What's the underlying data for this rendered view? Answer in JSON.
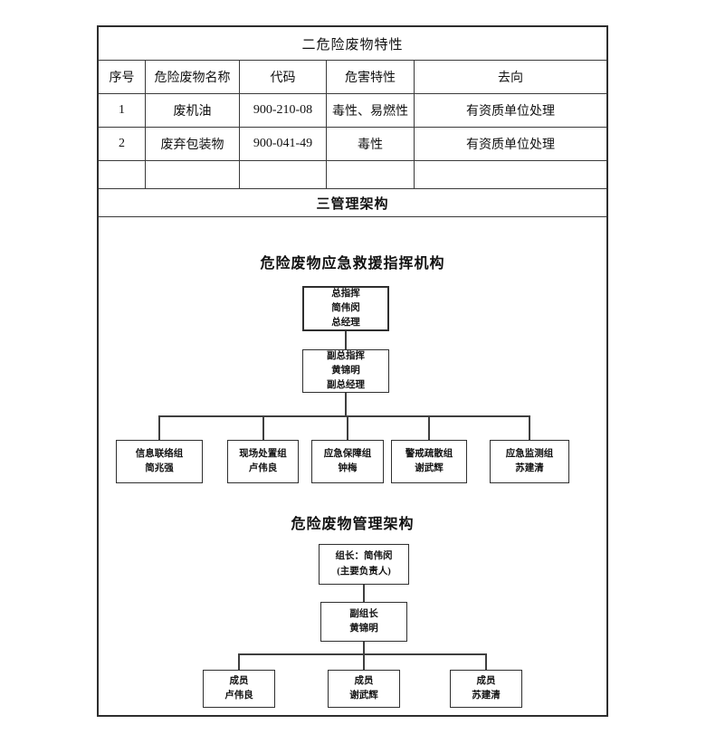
{
  "colors": {
    "border": "#2e2e2e",
    "line": "#3f3f3f",
    "text": "#111111",
    "background": "#ffffff"
  },
  "waste_table": {
    "title": "二危险废物特性",
    "columns": [
      "序号",
      "危险废物名称",
      "代码",
      "危害特性",
      "去向"
    ],
    "rows": [
      [
        "1",
        "废机油",
        "900-210-08",
        "毒性、易燃性",
        "有资质单位处理"
      ],
      [
        "2",
        "废弃包装物",
        "900-041-49",
        "毒性",
        "有资质单位处理"
      ],
      [
        "",
        "",
        "",
        "",
        ""
      ]
    ]
  },
  "section_title": "三管理架构",
  "emergency_chart": {
    "title": "危险废物应急救援指挥机构",
    "commander": {
      "lines": [
        "总指挥",
        "简伟闵",
        "总经理"
      ]
    },
    "deputy": {
      "lines": [
        "副总指挥",
        "黄锦明",
        "副总经理"
      ]
    },
    "groups": [
      {
        "lines": [
          "信息联络组",
          "简兆强"
        ]
      },
      {
        "lines": [
          "现场处置组",
          "卢伟良"
        ]
      },
      {
        "lines": [
          "应急保障组",
          "钟梅"
        ]
      },
      {
        "lines": [
          "警戒疏散组",
          "谢武辉"
        ]
      },
      {
        "lines": [
          "应急监测组",
          "苏建清"
        ]
      }
    ]
  },
  "management_chart": {
    "title": "危险废物管理架构",
    "leader": {
      "lines": [
        "组长：简伟闵",
        "(主要负责人)"
      ]
    },
    "deputy": {
      "lines": [
        "副组长",
        "黄锦明"
      ]
    },
    "members": [
      {
        "lines": [
          "成员",
          "卢伟良"
        ]
      },
      {
        "lines": [
          "成员",
          "谢武辉"
        ]
      },
      {
        "lines": [
          "成员",
          "苏建清"
        ]
      }
    ]
  }
}
